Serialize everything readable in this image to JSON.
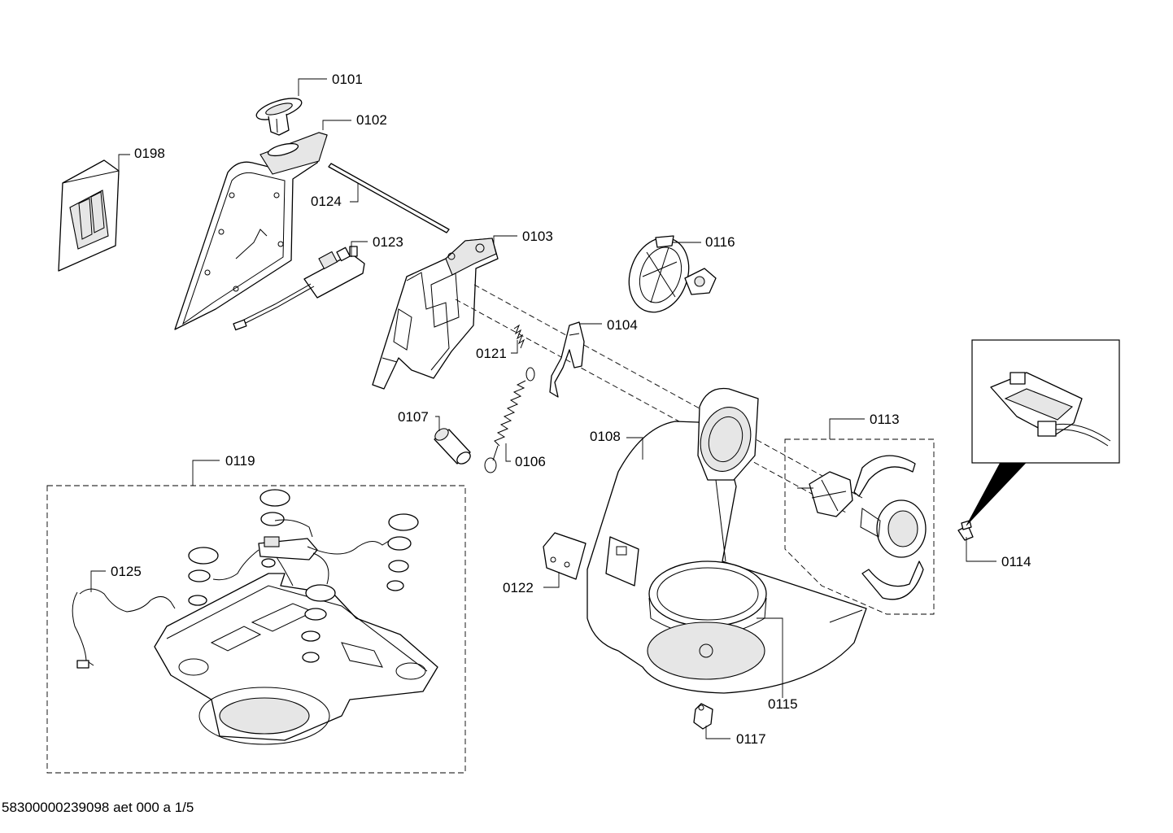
{
  "document_code": "58300000239098 aet 000 a 1/5",
  "parts": {
    "p0101": "0101",
    "p0102": "0102",
    "p0198": "0198",
    "p0124": "0124",
    "p0123": "0123",
    "p0103": "0103",
    "p0116": "0116",
    "p0104": "0104",
    "p0121": "0121",
    "p0107": "0107",
    "p0106": "0106",
    "p0108": "0108",
    "p0113": "0113",
    "p0119": "0119",
    "p0125": "0125",
    "p0122": "0122",
    "p0114": "0114",
    "p0115": "0115",
    "p0117": "0117"
  }
}
